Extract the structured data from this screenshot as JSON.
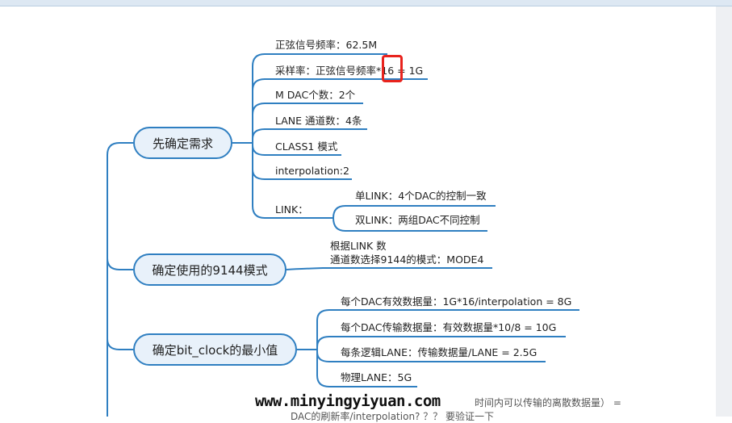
{
  "nodes": {
    "n1": {
      "label": "先确定需求",
      "children": [
        "正弦信号频率：62.5M",
        "采样率：正弦信号频率*16 = 1G",
        "M DAC个数：2个",
        "LANE 通道数：4条",
        "CLASS1 模式",
        "interpolation:2",
        "LINK："
      ],
      "link_children": [
        "单LINK：4个DAC的控制一致",
        "双LINK：两组DAC不同控制"
      ]
    },
    "n2": {
      "label": "确定使用的9144模式",
      "child_line1": "根据LINK 数",
      "child_line2": "通道数选择9144的模式：MODE4"
    },
    "n3": {
      "label": "确定bit_clock的最小值",
      "children": [
        "每个DAC有效数据量：1G*16/interpolation = 8G",
        "每个DAC传输数据量：有效数据量*10/8 = 10G",
        "每条逻辑LANE：传输数据量/LANE = 2.5G",
        "物理LANE：5G"
      ]
    }
  },
  "partial": {
    "line1": "时间内可以传输的离散数据量） =",
    "line2": "DAC的刷新率/interpolation? ？？ 要验证一下"
  },
  "watermark": "www.minyingyiyuan.com",
  "colors": {
    "line": "#2f7fc1",
    "highlight": "#e8231d"
  }
}
